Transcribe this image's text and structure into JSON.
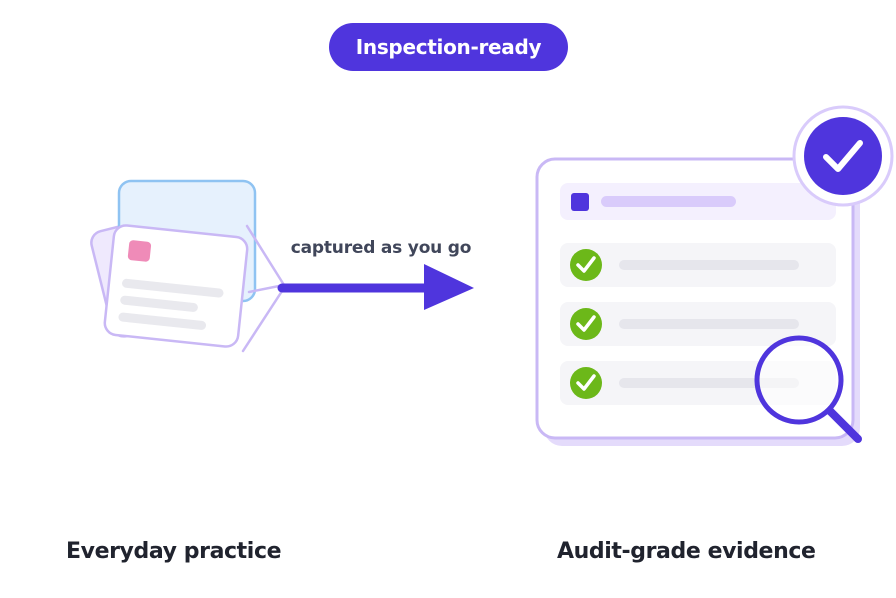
{
  "badge": {
    "label": "Inspection-ready"
  },
  "arrow": {
    "label": "captured as you go"
  },
  "left": {
    "caption": "Everyday practice"
  },
  "right": {
    "caption": "Audit-grade evidence",
    "checked_items": 3
  },
  "colors": {
    "brand_purple": "#4f35dd",
    "lavender": "#c9b8f5",
    "light_blue": "#8fc3f2",
    "check_green": "#6cb819",
    "note_pink": "#ef8bb8",
    "text_dark": "#20232e",
    "text_muted": "#40465a"
  },
  "icons": [
    "note-cards-icon",
    "arrow-right-icon",
    "checkmark-badge-icon",
    "check-circle-icon",
    "magnifier-icon"
  ]
}
